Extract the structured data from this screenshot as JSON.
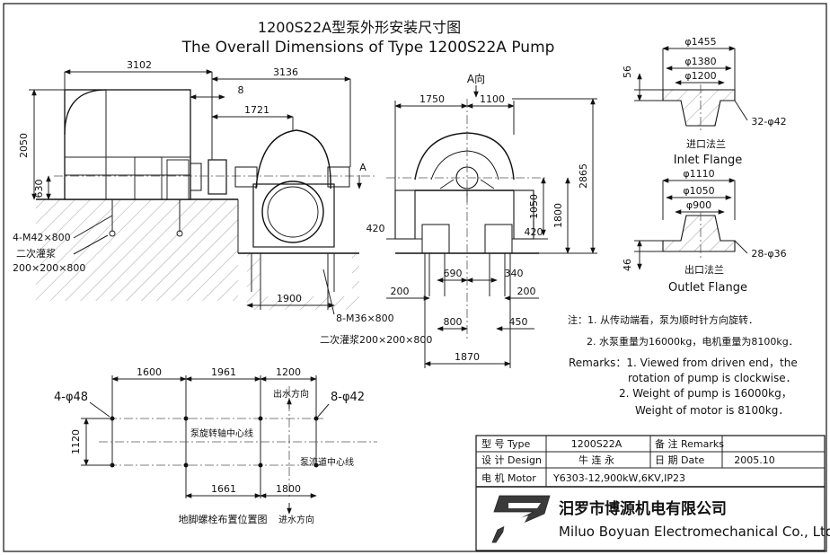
{
  "title": {
    "cn": "1200S22A型泵外形安装尺寸图",
    "en": "The Overall Dimensions of Type 1200S22A Pump"
  },
  "side_view": {
    "dims": {
      "d3102": "3102",
      "d3136": "3136",
      "d8": "8",
      "d1721": "1721",
      "d2050": "2050",
      "d630": "630",
      "d1900": "1900",
      "arrow_a": "A"
    },
    "notes": {
      "bolt_left": "4-M42×800",
      "grout_left_1": "二次灌浆",
      "grout_left_2": "200×200×800",
      "bolt_right": "8-M36×800",
      "grout_right": "二次灌浆200×200×800"
    }
  },
  "end_view": {
    "label": "A向",
    "dims": {
      "d1750": "1750",
      "d1100": "1100",
      "d1050": "1050",
      "d1800": "1800",
      "d2865": "2865",
      "d420a": "420",
      "d420b": "420",
      "d690": "690",
      "d340": "340",
      "d200a": "200",
      "d200b": "200",
      "d800": "800",
      "d450": "450",
      "d1870": "1870"
    }
  },
  "inlet_flange": {
    "d1": "φ1455",
    "d2": "φ1380",
    "d3": "φ1200",
    "thick": "56",
    "holes": "32-φ42",
    "label_cn": "进口法兰",
    "label_en": "Inlet Flange"
  },
  "outlet_flange": {
    "d1": "φ1110",
    "d2": "φ1050",
    "d3": "φ900",
    "thick": "46",
    "holes": "28-φ36",
    "label_cn": "出口法兰",
    "label_en": "Outlet Flange"
  },
  "notes_cn": {
    "l1": "注：1. 从传动端看，泵为顺时针方向旋转．",
    "l2": "2. 水泵重量为16000kg，电机重量为8100kg．"
  },
  "remarks_en": {
    "l1": "Remarks：1. Viewed from driven end，the",
    "l2": "rotation of pump is  clockwise．",
    "l3": "2. Weight of pump is 16000kg，",
    "l4": "Weight of motor is 8100kg．"
  },
  "bolt_plan": {
    "d1600": "1600",
    "d1961": "1961",
    "d1200": "1200",
    "d1120": "1120",
    "d1661": "1661",
    "d1800": "1800",
    "holes_left": "4-φ48",
    "holes_right": "8-φ42",
    "outlet_dir": "出水方向",
    "shaft_cl": "泵旋转轴中心线",
    "flow_cl": "泵流道中心线",
    "title": "地脚螺栓布置位置图",
    "inlet_dir": "进水方向"
  },
  "title_block": {
    "type_label": "型 号 Type",
    "type_value": "1200S22A",
    "remarks_label": "备 注 Remarks",
    "design_label": "设 计 Design",
    "design_value": "牛 连 永",
    "date_label": "日 期 Date",
    "date_value": "2005.10",
    "motor_label": "电 机 Motor",
    "motor_value": "Y6303-12,900kW,6KV,IP23",
    "company_cn": "汨罗市博源机电有限公司",
    "company_en": "Miluo Boyuan Electromechanical Co., Ltd."
  }
}
